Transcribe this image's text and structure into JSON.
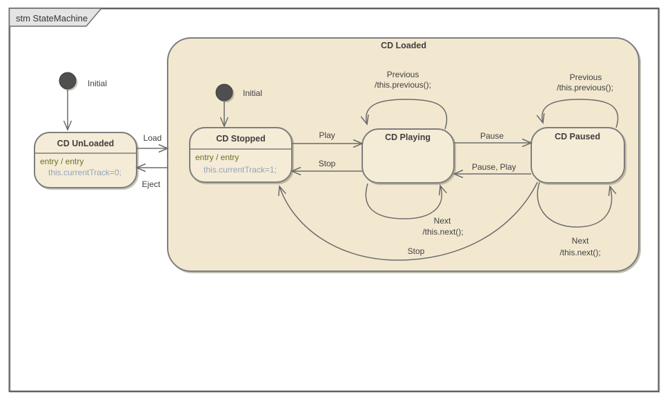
{
  "frame": {
    "title": "stm StateMachine"
  },
  "colors": {
    "container-fill": "#f2e8d0",
    "state-fill": "#f5ecd7",
    "shape-stroke": "#7d7d7d",
    "line-color": "#6b6b6b",
    "text-color": "#3f3f3f",
    "entry-color": "#6e6e2a",
    "action-color": "#93a2b7",
    "tab-fill": "#e4e4e4",
    "initial-fill": "#4f4f4f"
  },
  "container": {
    "title": "CD Loaded"
  },
  "states": {
    "unloaded": {
      "title": "CD UnLoaded",
      "entry": "entry / entry",
      "action": "this.currentTrack=0;"
    },
    "stopped": {
      "title": "CD Stopped",
      "entry": "entry / entry",
      "action": "this.currentTrack=1;"
    },
    "playing": {
      "title": "CD Playing"
    },
    "paused": {
      "title": "CD Paused"
    }
  },
  "initial": {
    "outer_label": "Initial",
    "inner_label": "Initial"
  },
  "transitions": {
    "load": {
      "label": "Load"
    },
    "eject": {
      "label": "Eject"
    },
    "play": {
      "label": "Play"
    },
    "stop": {
      "label": "Stop"
    },
    "pause": {
      "label": "Pause"
    },
    "pause_play": {
      "label": "Pause, Play"
    },
    "previous_playing": {
      "trigger": "Previous",
      "effect": "/this.previous();"
    },
    "previous_paused": {
      "trigger": "Previous",
      "effect": "/this.previous();"
    },
    "next_playing": {
      "trigger": "Next",
      "effect": "/this.next();"
    },
    "next_paused": {
      "trigger": "Next",
      "effect": "/this.next();"
    },
    "stop_loaded": {
      "label": "Stop"
    }
  }
}
